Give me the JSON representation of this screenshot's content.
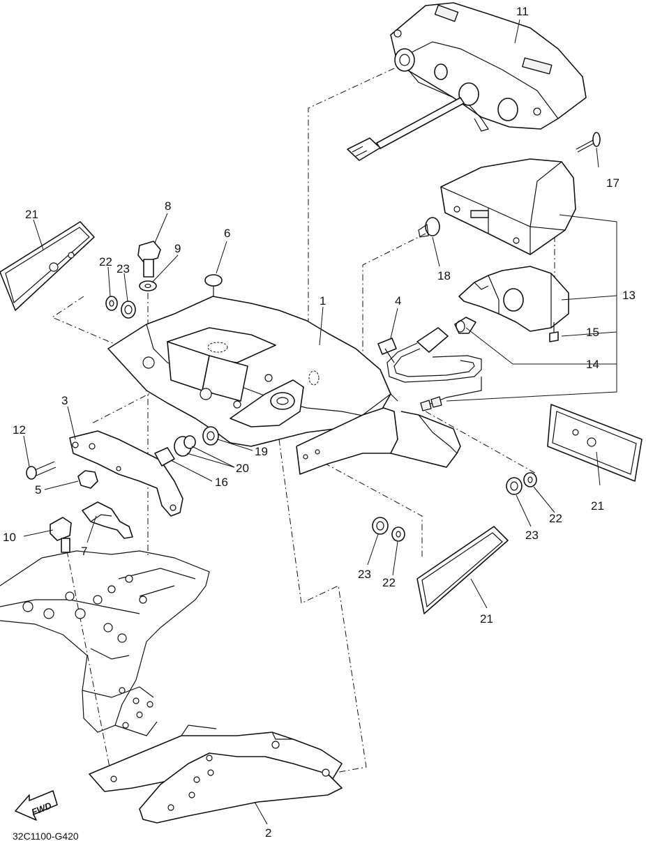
{
  "diagram": {
    "drawing_code": "32C1100-G420",
    "fwd_label": "FWD",
    "callouts": {
      "c1": "1",
      "c2": "2",
      "c3": "3",
      "c4": "4",
      "c5": "5",
      "c6": "6",
      "c7": "7",
      "c8": "8",
      "c9": "9",
      "c10": "10",
      "c11": "11",
      "c12": "12",
      "c13": "13",
      "c14": "14",
      "c15": "15",
      "c16": "16",
      "c17": "17",
      "c18": "18",
      "c19": "19",
      "c20": "20",
      "c21a": "21",
      "c21b": "21",
      "c21c": "21",
      "c22a": "22",
      "c22b": "22",
      "c22c": "22",
      "c23a": "23",
      "c23b": "23",
      "c23c": "23"
    }
  }
}
